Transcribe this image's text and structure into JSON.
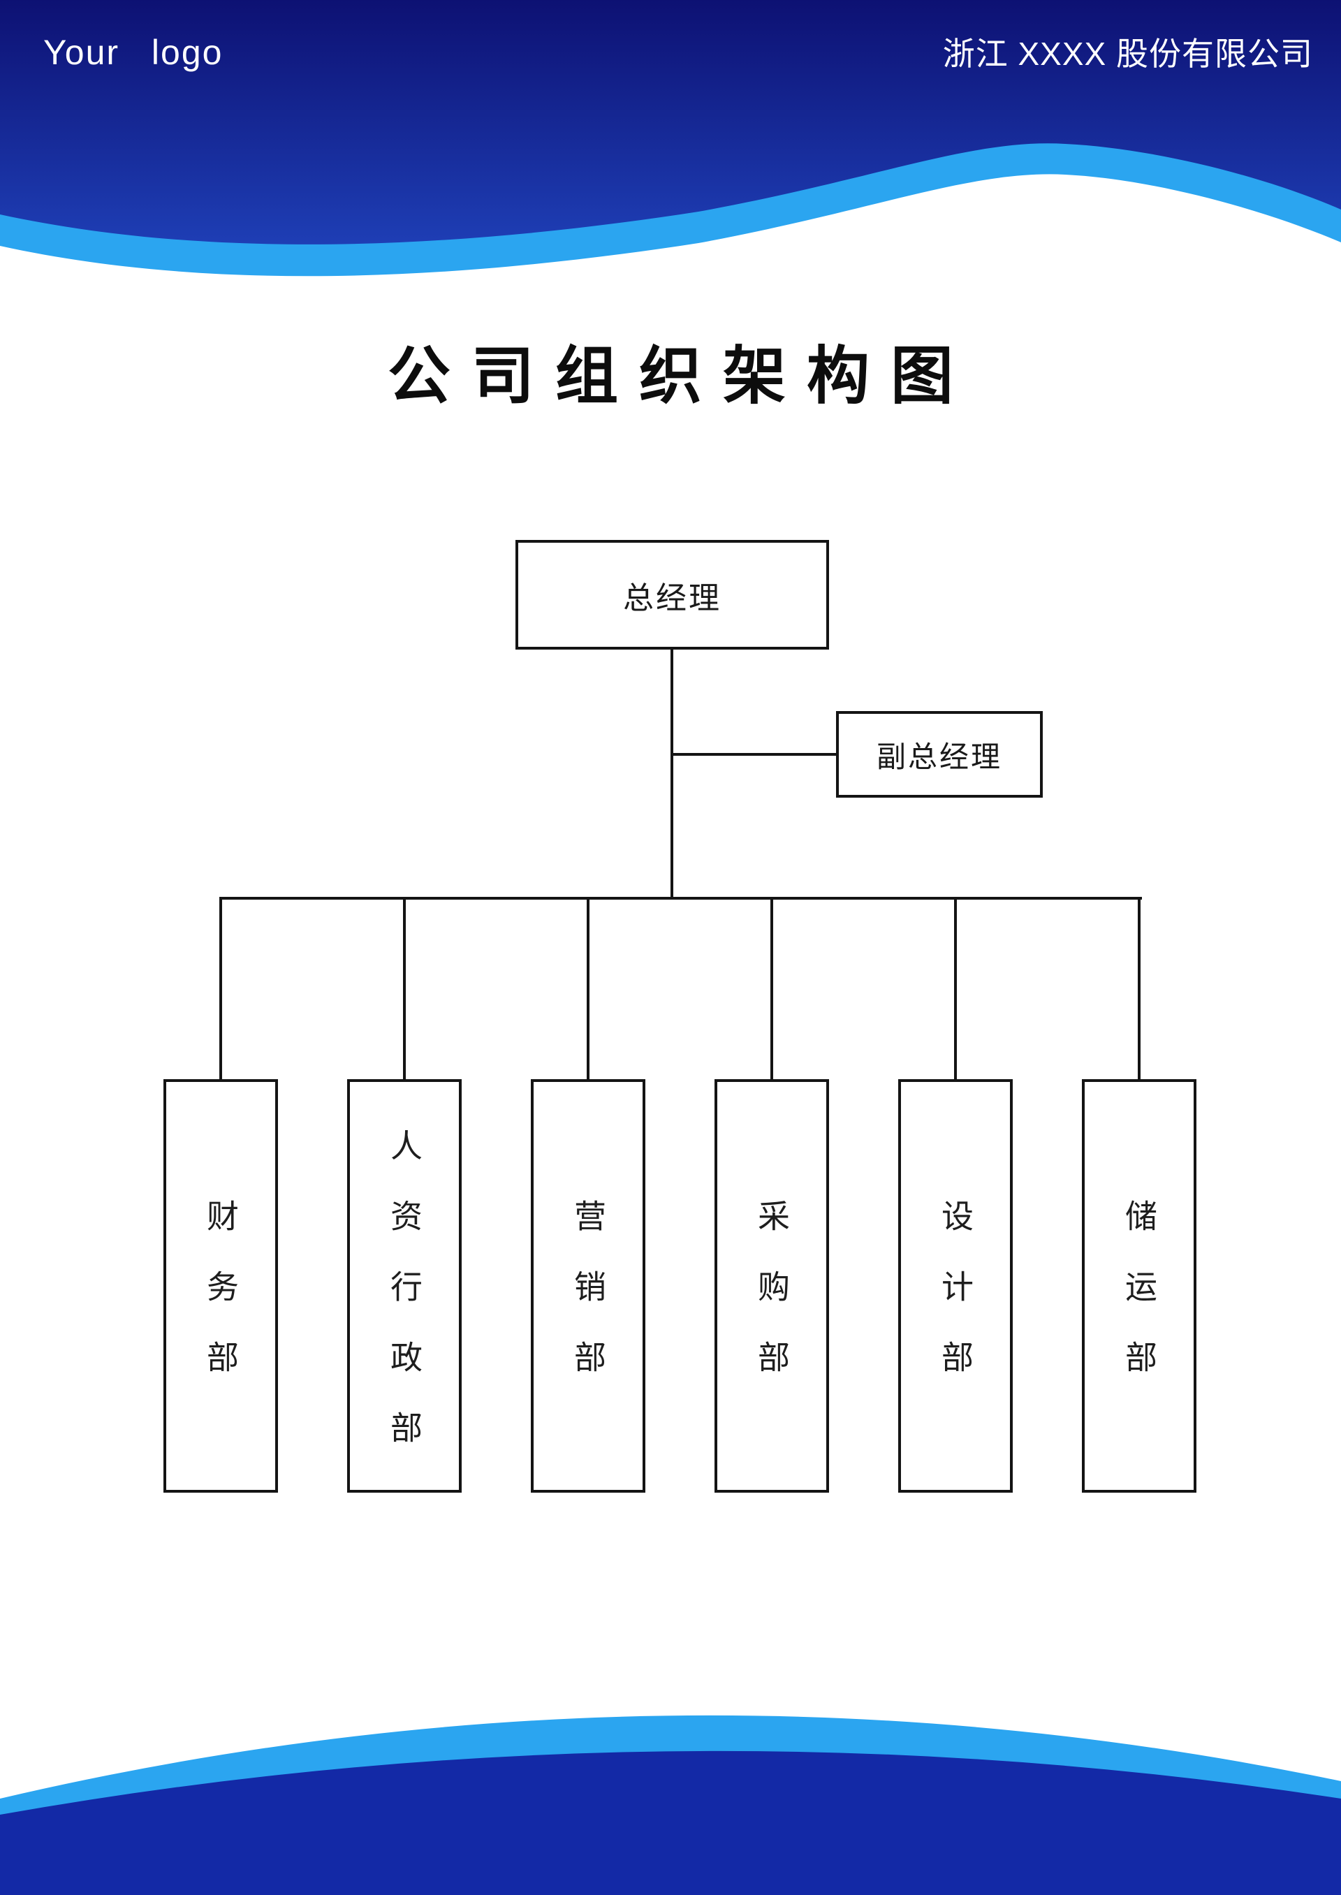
{
  "header": {
    "logo": "Your logo",
    "company": "浙江 XXXX 股份有限公司",
    "colors": {
      "gradient_top": "#0D1173",
      "gradient_bottom": "#1E3EB5",
      "wave_accent": "#2BA5F0"
    }
  },
  "title": "公司组织架构图",
  "org_chart": {
    "root": {
      "label": "总经理"
    },
    "deputy": {
      "label": "副总经理"
    },
    "departments": [
      {
        "label": "财务部"
      },
      {
        "label": "人资行政部"
      },
      {
        "label": "营销部"
      },
      {
        "label": "采购部"
      },
      {
        "label": "设计部"
      },
      {
        "label": "储运部"
      }
    ],
    "line_color": "#141414",
    "box_border_color": "#141414",
    "text_color": "#1a1a1a"
  },
  "footer": {
    "colors": {
      "wave_accent": "#2BA5F0",
      "dark_blue": "#1329A6"
    }
  }
}
